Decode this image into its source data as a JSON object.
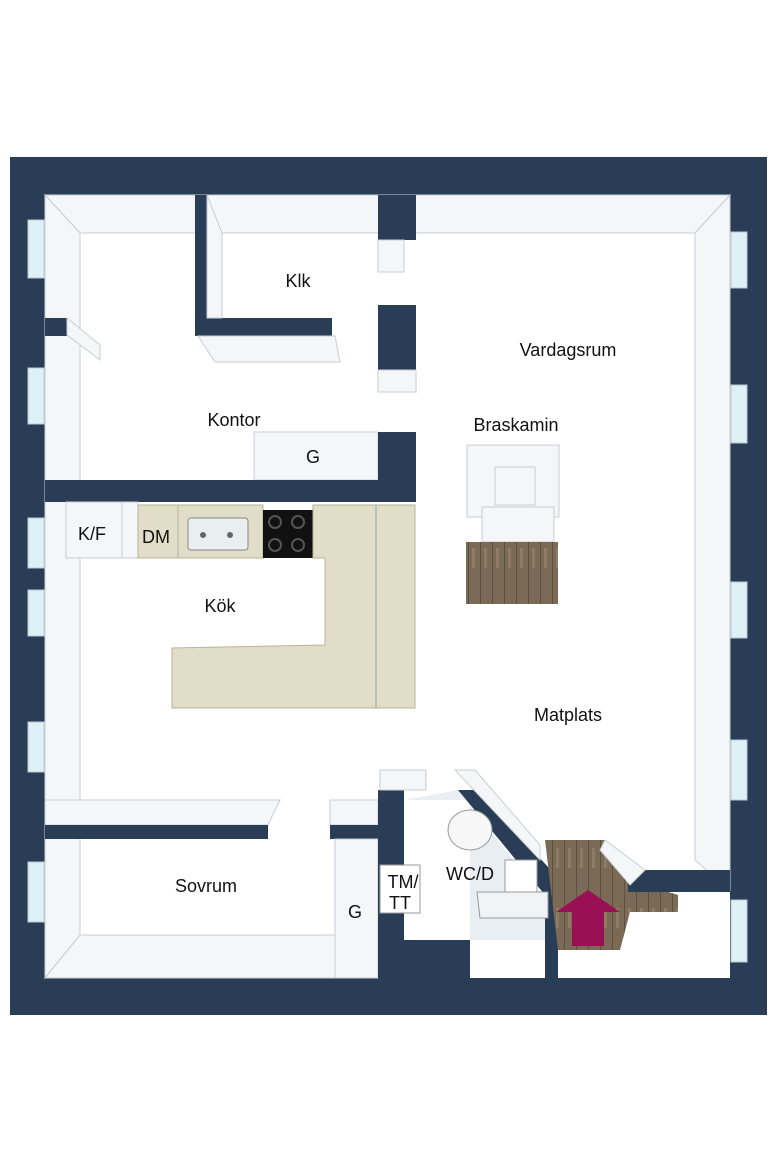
{
  "rooms": {
    "klk": "Klk",
    "vardagsrum": "Vardagsrum",
    "kontor": "Kontor",
    "braskamin": "Braskamin",
    "g_top": "G",
    "kf": "K/F",
    "dm": "DM",
    "kok": "Kök",
    "matplats": "Matplats",
    "sovrum": "Sovrum",
    "tm_line1": "TM/",
    "tm_line2": "TT",
    "wcd": "WC/D",
    "g_bottom": "G"
  },
  "colors": {
    "wall": "#2a3d57",
    "counter": "#e1ddc9",
    "bathroom_floor": "#e9eef3",
    "wood": "#7b6a55",
    "arrow": "#9b0f55",
    "window": "#dff1f7"
  },
  "icons": [
    "stairs-arrow-icon",
    "sink-icon",
    "stove-icon",
    "toilet-icon",
    "fireplace-icon"
  ]
}
